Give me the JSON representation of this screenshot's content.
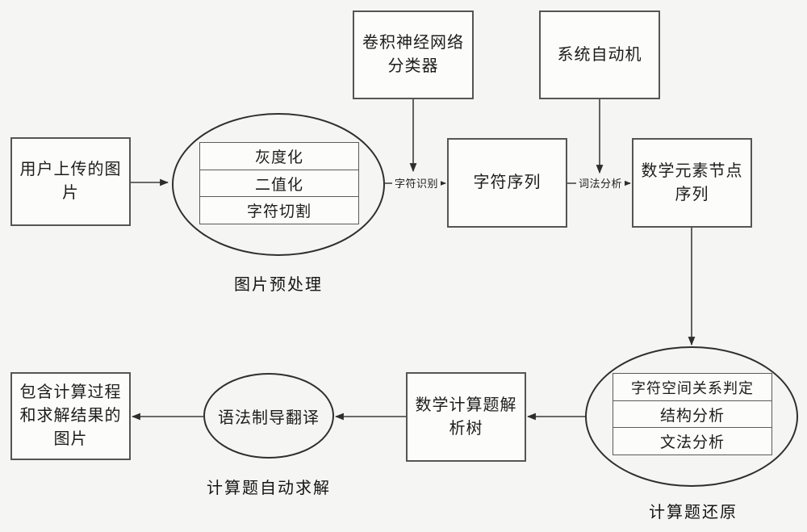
{
  "diagram": {
    "nodes": {
      "user_image": "用户上传的图\n片",
      "cnn_classifier": "卷积神经网络\n分类器",
      "system_automaton": "系统自动机",
      "char_sequence": "字符序列",
      "math_element_nodes": "数学元素节点\n序列",
      "parse_tree": "数学计算题解\n析树",
      "result_image": "包含计算过程\n和求解结果的\n图片"
    },
    "groups": {
      "preprocess": {
        "caption": "图片预处理",
        "steps": [
          "灰度化",
          "二值化",
          "字符切割"
        ]
      },
      "restore": {
        "caption": "计算题还原",
        "steps": [
          "字符空间关系判定",
          "结构分析",
          "文法分析"
        ]
      },
      "solve": {
        "caption": "计算题自动求解",
        "node": "语法制导翻译"
      }
    },
    "edge_labels": {
      "char_recognition": "字符识别",
      "lexical_analysis": "词法分析"
    },
    "colors": {
      "background": "#f5f5f3",
      "node_fill": "#fcfcfb",
      "box_border": "#555555",
      "ellipse_border": "#2f2f2f",
      "arrow_stroke": "#3d3d3d",
      "text": "#1c1c1c"
    }
  }
}
